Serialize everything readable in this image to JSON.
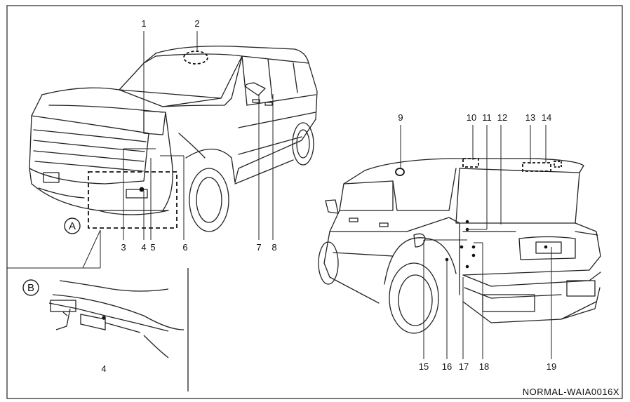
{
  "callouts": {
    "n1": "1",
    "n2": "2",
    "n3": "3",
    "n4": "4",
    "n5": "5",
    "n6": "6",
    "n7": "7",
    "n8": "8",
    "n9": "9",
    "n10": "10",
    "n11": "11",
    "n12": "12",
    "n13": "13",
    "n14": "14",
    "n15": "15",
    "n16": "16",
    "n17": "17",
    "n18": "18",
    "n19": "19"
  },
  "detail": {
    "marker_a": "A",
    "marker_b": "B",
    "inset_label": "4"
  },
  "figure_code": "NORMAL-WAIA0016X"
}
